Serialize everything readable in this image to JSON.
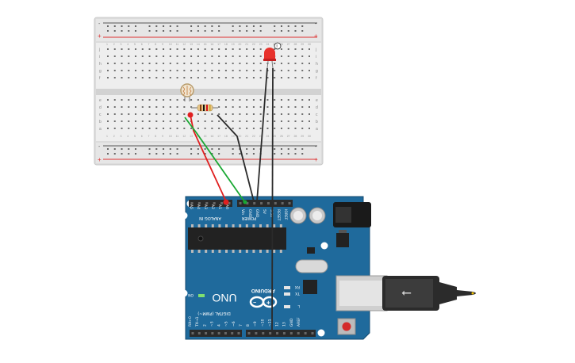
{
  "breadboard": {
    "rail_plus": "+",
    "rail_minus": "-",
    "row_letters_top": [
      "j",
      "i",
      "h",
      "g",
      "f"
    ],
    "row_letters_bottom": [
      "e",
      "d",
      "c",
      "b",
      "a"
    ],
    "column_count": 30
  },
  "components": {
    "led_color": "#e8322c",
    "resistor_label": "Resistor",
    "photoresistor_label": "Photoresistor"
  },
  "wires": {
    "red": "#e02020",
    "green": "#19a833",
    "black": "#2b2b2b"
  },
  "arduino": {
    "board_color": "#1f6a9c",
    "brand": "ARDUINO",
    "model": "UNO",
    "analog_header": "ANALOG IN",
    "power_header": "POWER",
    "digital_header": "DIGITAL (PWM~)",
    "analog_pins": [
      "A0",
      "A1",
      "A2",
      "A3",
      "A4",
      "A5"
    ],
    "power_pins": [
      "Vin",
      "GND",
      "GND",
      "5V",
      "3.3V",
      "RESET",
      "IOREF"
    ],
    "digital_pins": [
      "AREF",
      "GND",
      "13",
      "12",
      "~11",
      "~10",
      "~9",
      "8",
      "7",
      "~6",
      "~5",
      "4",
      "~3",
      "2",
      "TX→1",
      "RX←0"
    ],
    "leds": [
      "RX",
      "TX",
      "L",
      "ON"
    ]
  }
}
